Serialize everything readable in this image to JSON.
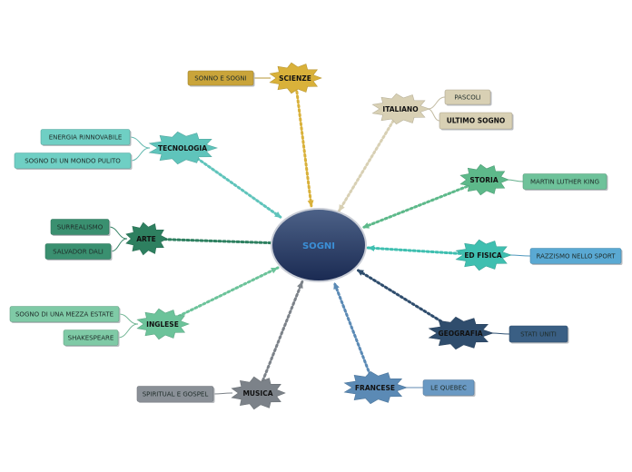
{
  "center": {
    "label": "SOGNI"
  },
  "topics": [
    {
      "key": "scienze",
      "label": "SCIENZE",
      "color": "#d9b13a",
      "children": [
        {
          "label": "SONNO E SOGNI",
          "color": "#c9a43a"
        }
      ]
    },
    {
      "key": "italiano",
      "label": "ITALIANO",
      "color": "#d8d0b4",
      "children": [
        {
          "label": "PASCOLI",
          "color": "#d8d0b4"
        },
        {
          "label": "ULTIMO SOGNO",
          "color": "#d8d0b4"
        }
      ]
    },
    {
      "key": "tecnologia",
      "label": "TECNOLOGIA",
      "color": "#5fc4bb",
      "children": [
        {
          "label": "ENERGIA RINNOVABILE",
          "color": "#6fcfc4"
        },
        {
          "label": "SOGNO DI UN MONDO PULITO",
          "color": "#6fcfc4"
        }
      ]
    },
    {
      "key": "storia",
      "label": "STORIA",
      "color": "#5db98a",
      "children": [
        {
          "label": "MARTIN LUTHER KING",
          "color": "#6ec29a"
        }
      ]
    },
    {
      "key": "arte",
      "label": "ARTE",
      "color": "#2e8060",
      "children": [
        {
          "label": "SURREALISMO",
          "color": "#3a9070"
        },
        {
          "label": "SALVADOR DALI",
          "color": "#3a9070"
        }
      ]
    },
    {
      "key": "edfisica",
      "label": "ED FISICA",
      "color": "#3fbfb0",
      "children": [
        {
          "label": "RAZZISMO NELLO SPORT",
          "color": "#5aa9d3"
        }
      ]
    },
    {
      "key": "inglese",
      "label": "INGLESE",
      "color": "#6cc39a",
      "children": [
        {
          "label": "SOGNO DI UNA MEZZA ESTATE",
          "color": "#7fcaa6"
        },
        {
          "label": "SHAKESPEARE",
          "color": "#7fcaa6"
        }
      ]
    },
    {
      "key": "geografia",
      "label": "GEOGRAFIA",
      "color": "#2f4d6d",
      "children": [
        {
          "label": "STATI UNITI",
          "color": "#3a5f84"
        }
      ]
    },
    {
      "key": "musica",
      "label": "MUSICA",
      "color": "#7c8289",
      "children": [
        {
          "label": "SPIRITUAL E GOSPEL",
          "color": "#8a9097"
        }
      ]
    },
    {
      "key": "francese",
      "label": "FRANCESE",
      "color": "#5b8ab5",
      "children": [
        {
          "label": "LE QUEBEC",
          "color": "#6a99c3"
        }
      ]
    }
  ]
}
